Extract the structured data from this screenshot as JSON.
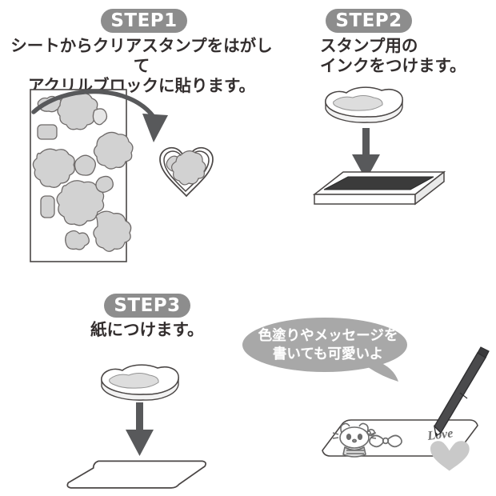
{
  "page": {
    "background": "#ffffff",
    "text_color": "#332e2e",
    "badge_color": "#8d8d8d",
    "blob_fill": "#d2d2d2",
    "blob_stroke": "#6e6a69",
    "arrow_color": "#58595b",
    "ink_pad_color": "#3b3b3b",
    "pencil_color": "#4a4a4c"
  },
  "steps": [
    {
      "badge": "STEP1",
      "caption": "シートからクリアスタンプをはがして\nアクリルブロックに貼ります。",
      "illustration": "stamp-sheet-and-acrylic-block"
    },
    {
      "badge": "STEP2",
      "caption": "スタンプ用の\nインクをつけます。",
      "illustration": "stamp-block-and-ink-pad"
    },
    {
      "badge": "STEP3",
      "caption": "紙につけます。",
      "illustration": "stamp-block-and-paper"
    }
  ],
  "speech_bubble": {
    "text": "色塗りやメッセージを\n書いても可愛いよ",
    "fill": "#a8a8a8",
    "text_color": "#ffffff"
  },
  "icons": {
    "curved_arrow": "curved-arrow-icon",
    "down_arrow": "down-arrow-icon",
    "heart_block": "heart-acrylic-block-icon",
    "ink_pad": "ink-pad-icon",
    "paper": "paper-sheet-icon",
    "pencil": "pencil-icon",
    "kitty_stamp": "kitty-stamp-icon",
    "bow_stamp": "bow-stamp-icon",
    "love_heart_stamp": "love-heart-stamp-icon"
  },
  "stamped_art": {
    "heart_word": "Love"
  }
}
